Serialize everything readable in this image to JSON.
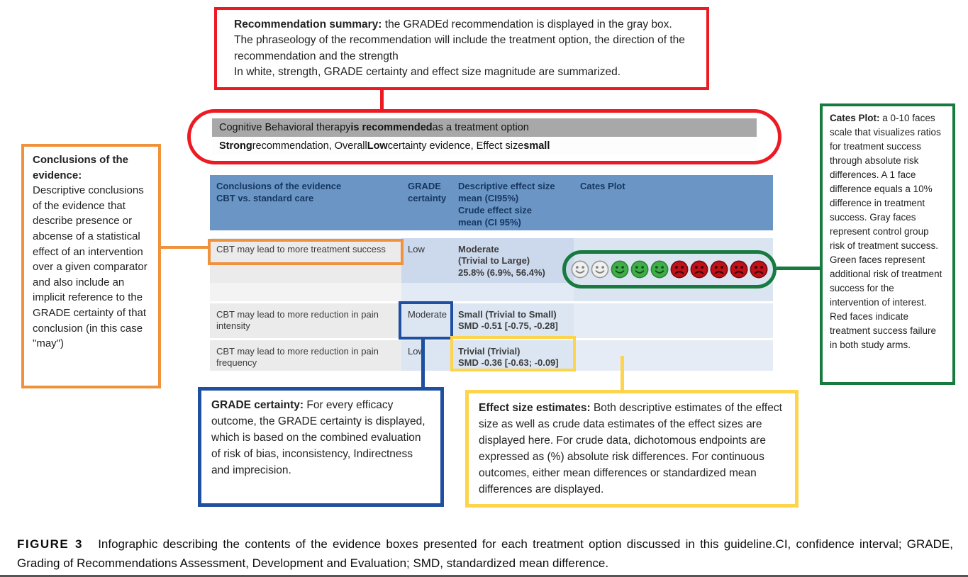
{
  "colors": {
    "red": "#ec1b23",
    "orange": "#f0913c",
    "blue": "#1f4fa0",
    "yellow": "#fdd44c",
    "green": "#177a3e",
    "table_header_blue": "#6a95c5",
    "recommendation_gray_bar": "#a8a8a8",
    "face_gray": "#f0f0f0",
    "face_green": "#3fae49",
    "face_red": "#c01118"
  },
  "callouts": {
    "recommendation": {
      "title": "Recommendation summary:",
      "body": "the GRADEd recommendation is displayed in the gray box. The phraseology of the recommendation will include the treatment option, the direction of the recommendation and the strength",
      "body2": "In white, strength, GRADE certainty and effect size magnitude are summarized."
    },
    "conclusions": {
      "title": "Conclusions of the evidence:",
      "body": "Descriptive conclusions of the evidence that describe presence or abcense of a statistical effect of an intervention over a given comparator and also include an implicit reference to the GRADE certainty of that conclusion (in this case \"may\")"
    },
    "cates": {
      "title": "Cates Plot:",
      "body": "a 0-10 faces scale that visualizes ratios for  treatment success through absolute risk differences. A 1 face difference equals a 10% difference in treatment success. Gray faces represent control group risk of treatment success. Green faces represent additional risk of treatment success for the intervention of interest. Red faces indicate treatment success failure in both study arms."
    },
    "grade": {
      "title": "GRADE certainty:",
      "body": "For every efficacy outcome, the GRADE certainty is displayed, which is based on the combined evaluation of risk of bias, inconsistency, Indirectness and imprecision."
    },
    "effect": {
      "title": "Effect size estimates:",
      "body": "Both descriptive estimates of the effect size as well as crude data estimates of the effect sizes are displayed here. For crude data, dichotomous endpoints are expressed as (%) absolute risk differences. For continuous outcomes, either mean differences or standardized mean differences are displayed."
    }
  },
  "recommendation_bars": {
    "gray": [
      {
        "t": "Cognitive Behavioral therapy "
      },
      {
        "t": "is recommended",
        "b": true
      },
      {
        "t": " as a treatment option"
      }
    ],
    "white": [
      {
        "t": "Strong",
        "b": true
      },
      {
        "t": " recommendation, Overall "
      },
      {
        "t": "Low",
        "b": true
      },
      {
        "t": " certainty evidence, Effect size "
      },
      {
        "t": "small",
        "b": true
      }
    ]
  },
  "table": {
    "headers": [
      "Conclusions of the evidence\nCBT vs. standard care",
      "GRADE\ncertainty",
      "Descriptive effect size\nmean (CI95%)\nCrude effect size\nmean (CI 95%)",
      "Cates Plot"
    ],
    "rows": [
      {
        "conclusion": "CBT may lead to more treatment success",
        "grade": "Low",
        "effect": "Moderate\n(Trivial to Large)\n25.8% (6.9%, 56.4%)"
      },
      {
        "conclusion": "CBT may lead to more reduction in pain intensity",
        "grade": "Moderate",
        "effect": "Small (Trivial to Small)\nSMD -0.51 [-0.75, -0.28]"
      },
      {
        "conclusion": "CBT may lead to more reduction in pain frequency",
        "grade": "Low",
        "effect": "Trivial (Trivial)\nSMD -0.36 [-0.63; -0.09]"
      }
    ],
    "cates_faces": [
      "gray",
      "gray",
      "green",
      "green",
      "green",
      "red",
      "red",
      "red",
      "red",
      "red"
    ]
  },
  "caption": {
    "label": "FIGURE 3",
    "text": "Infographic describing the contents of the evidence boxes presented for each treatment option discussed in this guideline.CI, confidence interval; GRADE, Grading of Recommendations Assessment, Development and Evaluation; SMD, standardized mean difference."
  }
}
